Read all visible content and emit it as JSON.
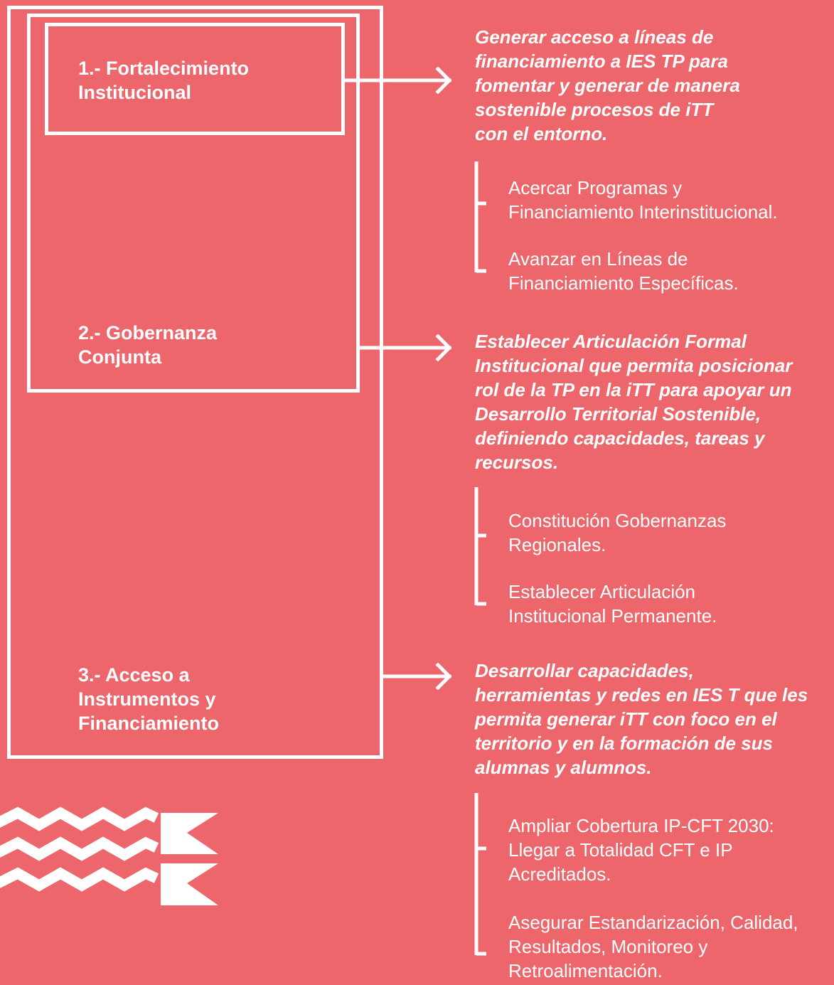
{
  "colors": {
    "background": "#ec666b",
    "foreground": "#ffffff"
  },
  "pillars": [
    {
      "label": "1.- Fortalecimiento\nInstitucional"
    },
    {
      "label": "2.- Gobernanza\nConjunta"
    },
    {
      "label": "3.- Acceso a\nInstrumentos y\nFinanciamiento"
    }
  ],
  "objectives": [
    {
      "text": "Generar acceso a líneas de\nfinanciamiento a IES TP para\nfomentar y generar de manera\nsostenible procesos de iTT\ncon el entorno."
    },
    {
      "text": "Establecer Articulación Formal\nInstitucional que permita posicionar\nrol de la TP en la iTT para apoyar un\nDesarrollo Territorial Sostenible,\ndefiniendo capacidades, tareas y\nrecursos."
    },
    {
      "text": "Desarrollar capacidades,\nherramientas y redes en IES T que les\npermita generar iTT con foco en el\nterritorio y en la formación de sus\nalumnas y alumnos."
    }
  ],
  "actions": [
    [
      "Acercar Programas y\nFinanciamiento  Interinstitucional.",
      "Avanzar en Líneas de\nFinanciamiento Específicas."
    ],
    [
      "Constitución Gobernanzas\nRegionales.",
      "Establecer Articulación\nInstitucional  Permanente."
    ],
    [
      "Ampliar Cobertura IP-CFT 2030:\nLlegar a Totalidad CFT e IP\nAcreditados.",
      "Asegurar Estandarización, Calidad,\nResultados, Monitoreo y\nRetroalimentación."
    ]
  ],
  "logo": {
    "icon": "wave-flag-logo-icon"
  }
}
